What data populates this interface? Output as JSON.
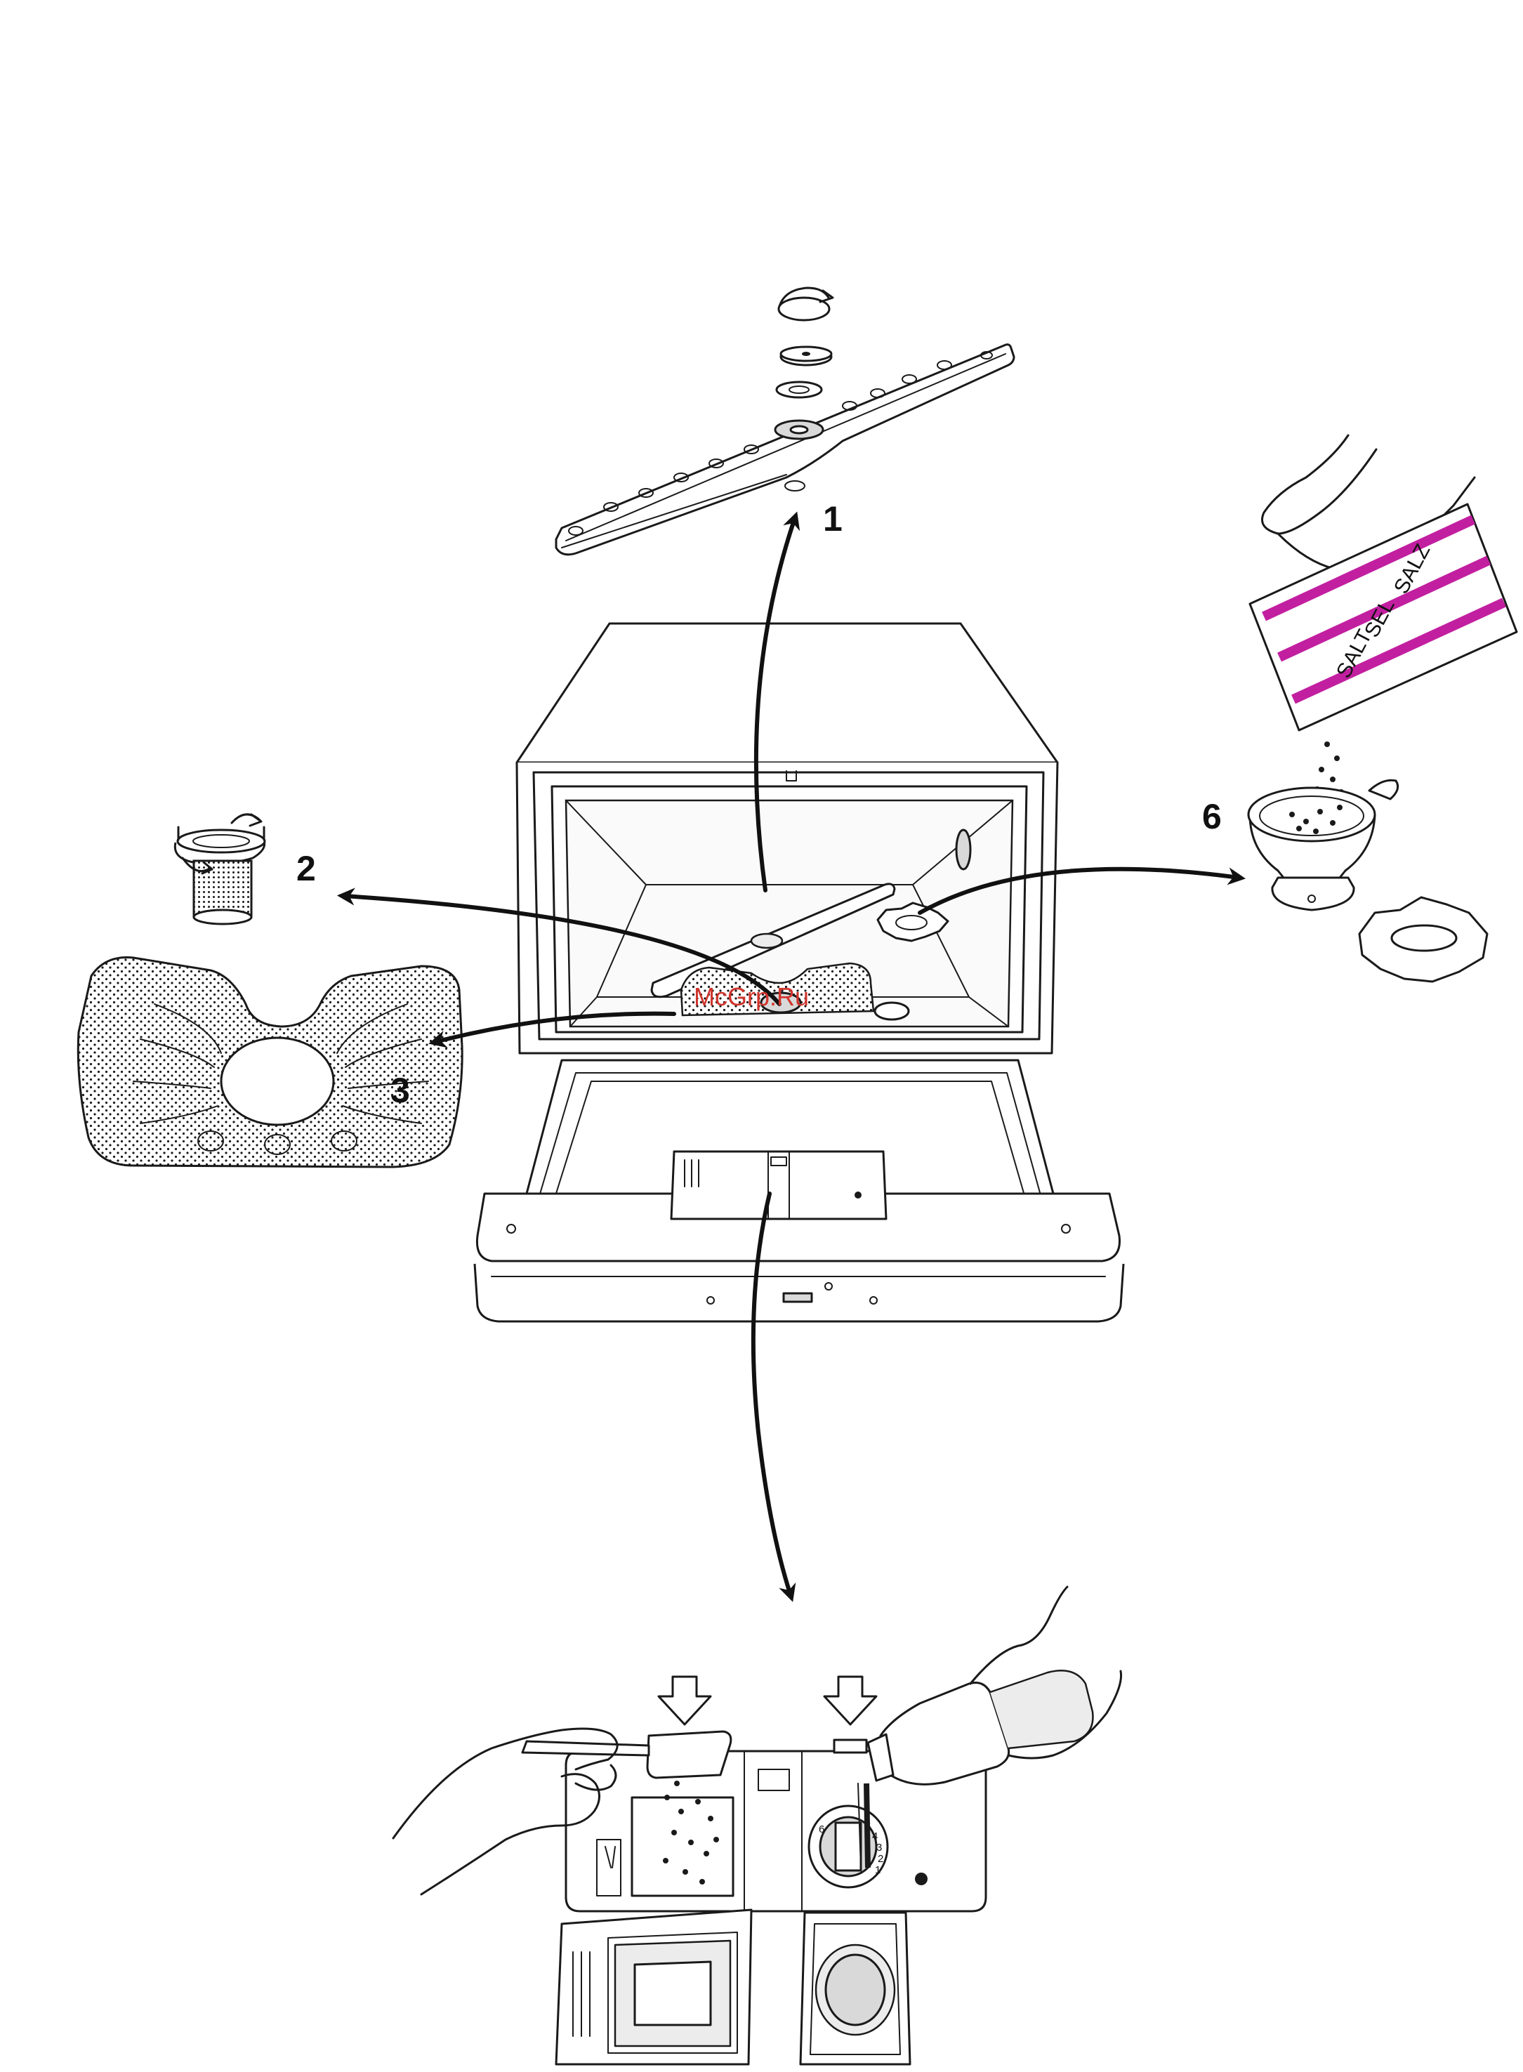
{
  "callouts": [
    {
      "id": "1",
      "label": "1"
    },
    {
      "id": "2",
      "label": "2"
    },
    {
      "id": "3",
      "label": "3"
    },
    {
      "id": "6",
      "label": "6"
    }
  ],
  "watermark": "McGrp.Ru",
  "salt_packet": {
    "words": [
      "SALT",
      "SEL",
      "SALZ"
    ],
    "stripe_color": "#c21fa0"
  },
  "rinse_aid_dial": {
    "marks": [
      "6",
      "5",
      "4",
      "3",
      "2",
      "1"
    ]
  },
  "colors": {
    "line": "#1a1a1a",
    "shade": "#d9d9d9",
    "watermark": "#d0342c"
  }
}
